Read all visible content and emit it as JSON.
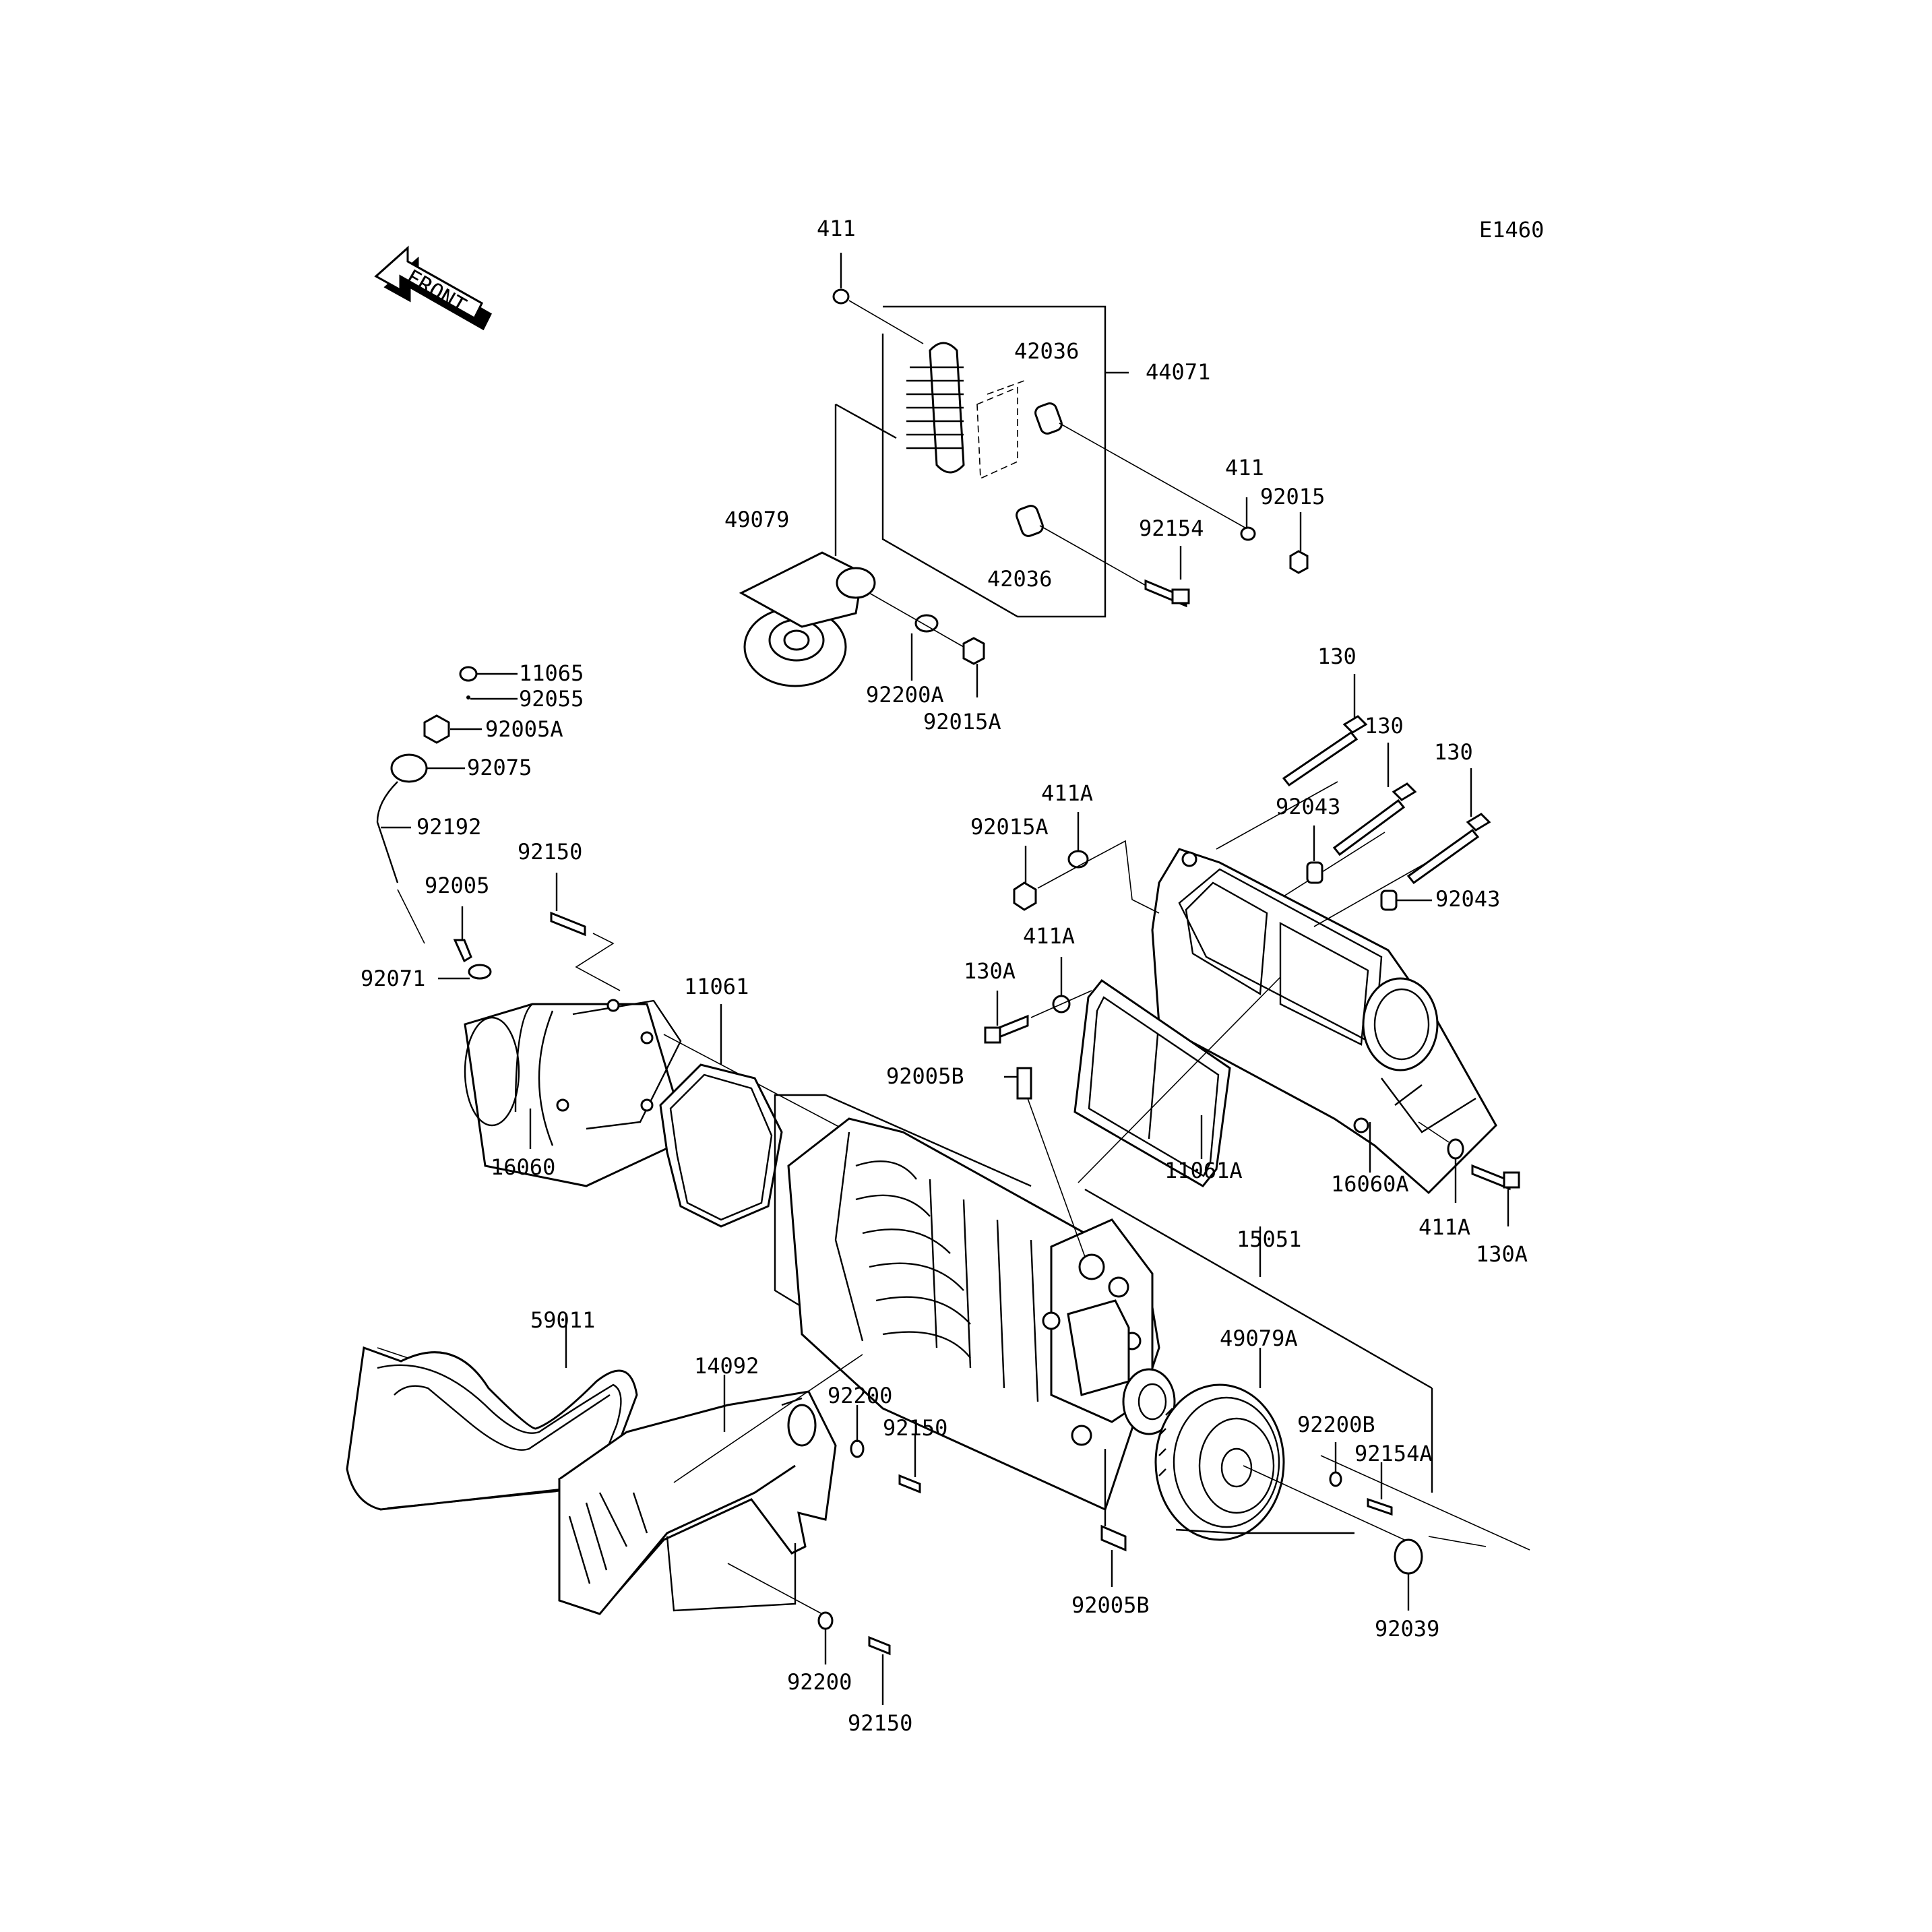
{
  "diagram_code": "E1460",
  "front_label": "FRONT",
  "labels": {
    "l411_top": "411",
    "l44071": "44071",
    "l42036_top": "42036",
    "l42036_bot": "42036",
    "l49079": "49079",
    "l92154": "92154",
    "l411_mid": "411",
    "l92015": "92015",
    "l92200A": "92200A",
    "l92015A": "92015A",
    "l11065": "11065",
    "l92055": "92055",
    "l92005A": "92005A",
    "l92075": "92075",
    "l92192": "92192",
    "l92150_top": "92150",
    "l92005": "92005",
    "l92071": "92071",
    "l11061": "11061",
    "l16060": "16060",
    "l130_a": "130",
    "l130_b": "130",
    "l130_c": "130",
    "l411A_top": "411A",
    "l92015A_2": "92015A",
    "l92043_a": "92043",
    "l92043_b": "92043",
    "l411A_mid": "411A",
    "l130A_left": "130A",
    "l92005B_top": "92005B",
    "l11061A": "11061A",
    "l16060A": "16060A",
    "l411A_bot": "411A",
    "l130A_right": "130A",
    "l15051": "15051",
    "l59011": "59011",
    "l49079A": "49079A",
    "l14092": "14092",
    "l92200_top": "92200",
    "l92150_mid": "92150",
    "l92200B": "92200B",
    "l92154A": "92154A",
    "l92005B_bot": "92005B",
    "l92039": "92039",
    "l92200_bot": "92200",
    "l92150_bot": "92150"
  }
}
